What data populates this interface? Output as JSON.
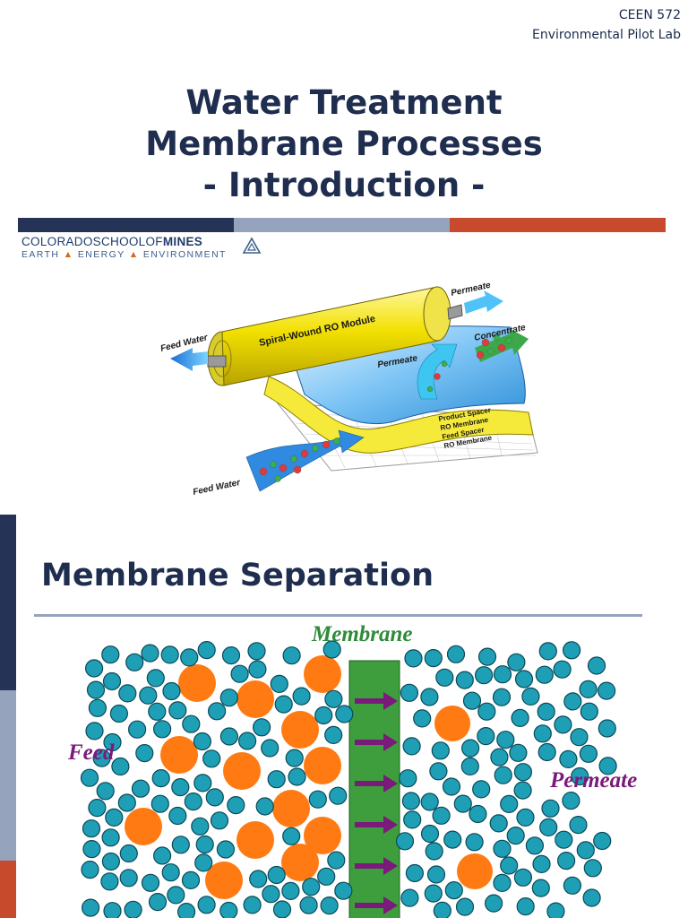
{
  "slide1": {
    "course_code": "CEEN 572",
    "course_name": "Environmental Pilot Lab",
    "title_line1": "Water Treatment",
    "title_line2": "Membrane Processes",
    "title_line3": "- Introduction -",
    "bar_colors": [
      "#253356",
      "#95a3bc",
      "#c84a2d"
    ],
    "logo": {
      "line1_a": "COLORADO",
      "line1_b": "SCHOOLOF",
      "line1_c": "MINES",
      "line2_a": "EARTH",
      "line2_b": "ENERGY",
      "line2_c": "ENVIRONMENT",
      "separator": "▲"
    },
    "ro_figure": {
      "module_label": "Spiral-Wound RO Module",
      "feed_water_top": "Feed Water",
      "feed_water_bottom": "Feed Water",
      "permeate_top": "Permeate",
      "permeate_mid": "Permeate",
      "concentrate": "Concentrate",
      "layer1": "Product Spacer",
      "layer2": "RO Membrane",
      "layer3": "Feed Spacer",
      "layer4": "RO Membrane"
    }
  },
  "slide2": {
    "title": "Membrane Separation",
    "label_membrane": "Membrane",
    "label_feed": "Feed",
    "label_permeate": "Permeate",
    "colors": {
      "small_particle": "#1f9fb6",
      "large_particle": "#ff7a12",
      "membrane": "#3e9e3e",
      "arrow": "#7a1a7a"
    }
  }
}
